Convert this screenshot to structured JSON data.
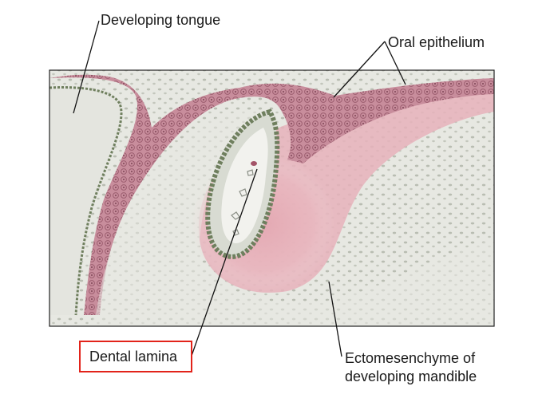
{
  "figure": {
    "labels": {
      "developing_tongue": "Developing tongue",
      "oral_epithelium": "Oral epithelium",
      "dental_lamina": "Dental lamina",
      "ectomesenchyme_line1": "Ectomesenchyme of",
      "ectomesenchyme_line2": "developing mandible"
    },
    "highlight_color": "#e2231a",
    "colors": {
      "epithelium": "#c98fa0",
      "mesenchyme": "#e6e6e1",
      "pink_zone": "#e8b4bd",
      "basal_cells": "#7a8a6a"
    }
  }
}
